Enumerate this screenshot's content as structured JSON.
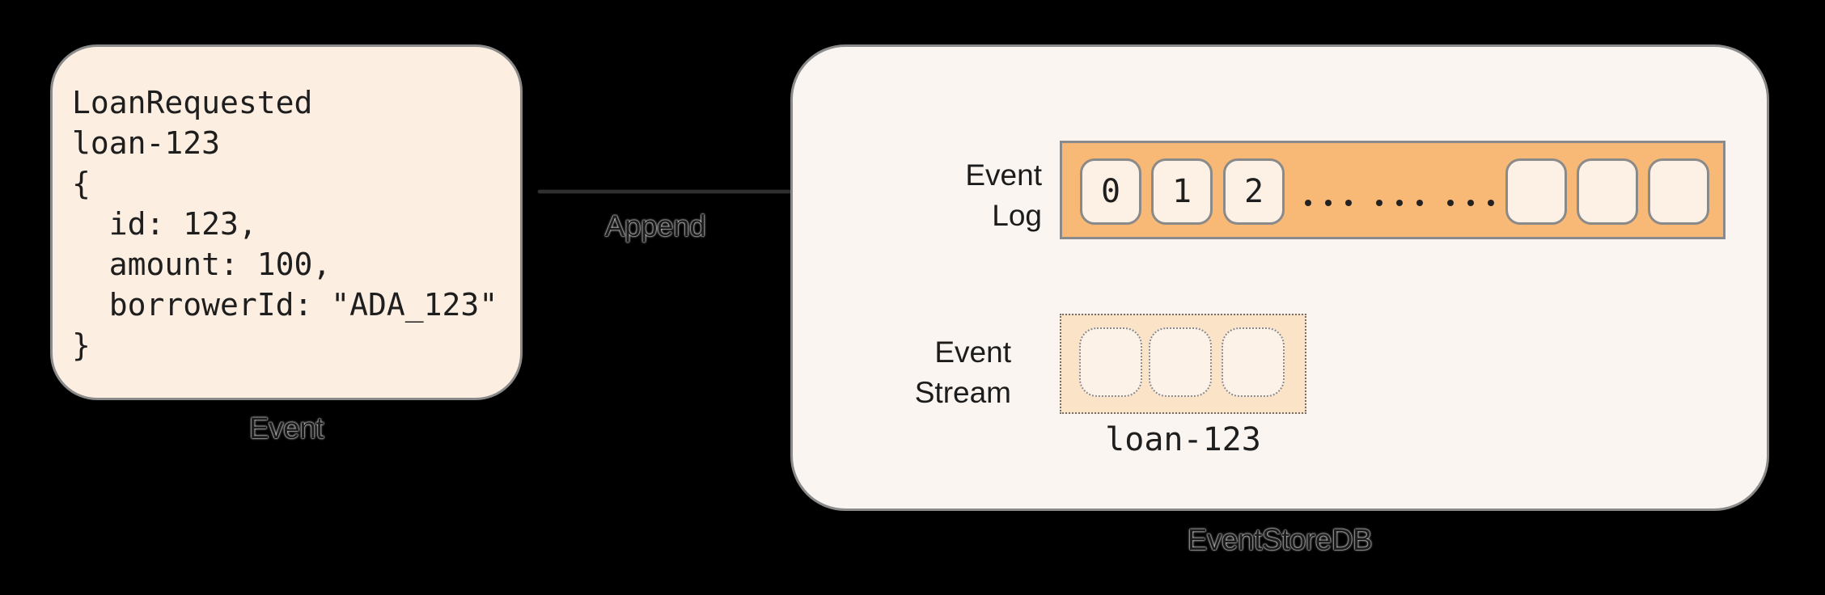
{
  "event_card": {
    "caption": "Event",
    "code_lines": [
      "LoanRequested",
      "loan-123",
      "{",
      "  id: 123,",
      "  amount: 100,",
      "  borrowerId: \"ADA_123\"",
      "}"
    ]
  },
  "append_arrow": {
    "label": "Append"
  },
  "eventstore": {
    "caption": "EventStoreDB",
    "event_log": {
      "label_line1": "Event",
      "label_line2": "Log",
      "cells": [
        "0",
        "1",
        "2"
      ],
      "ellipsis": "... ... ...",
      "empty_cell_count": 3
    },
    "event_stream": {
      "label_line1": "Event",
      "label_line2": "Stream",
      "stream_name": "loan-123",
      "placeholder_cell_count": 3
    }
  },
  "colors": {
    "background": "#000000",
    "card_fill": "#fcefe2",
    "store_fill": "#faf5f0",
    "log_track_fill": "#f8b876",
    "cell_fill": "#fdf1e5",
    "stream_box_fill": "#fbe3c8",
    "border_gray": "#8a8a8a",
    "ink": "#1e1e1e"
  }
}
